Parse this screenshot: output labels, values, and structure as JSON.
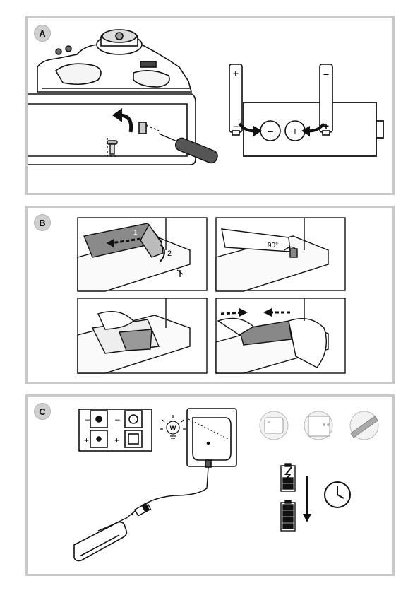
{
  "sections": [
    {
      "letter": "A"
    },
    {
      "letter": "B"
    },
    {
      "letter": "C"
    }
  ],
  "battery": {
    "plus": "+",
    "minus": "–"
  },
  "rotation_label": "90°",
  "step_labels": [
    "1",
    "2"
  ],
  "polarity": {
    "minus": "–",
    "plus": "+"
  },
  "light_symbol": "W"
}
